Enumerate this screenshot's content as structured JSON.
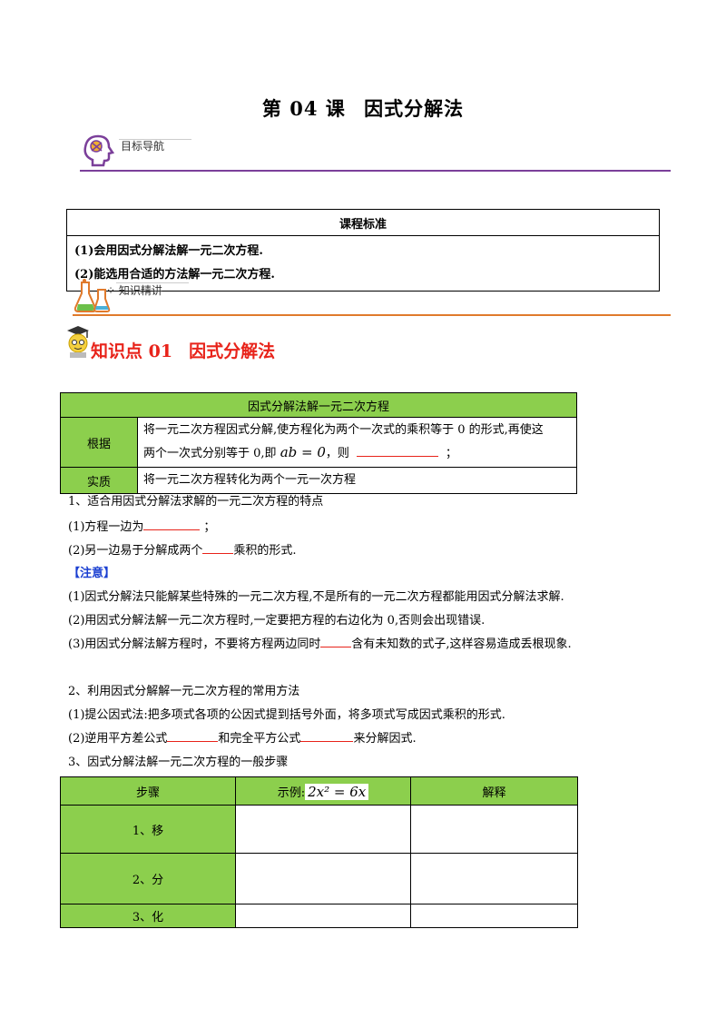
{
  "title": {
    "lesson": "第 04 课",
    "topic": "因式分解法"
  },
  "sections": {
    "goal": "目标导航",
    "knowledge": "知识精讲"
  },
  "standard": {
    "header": "课程标准",
    "items": [
      "(1)会用因式分解法解一元二次方程.",
      "(2)能选用合适的方法解一元二次方程."
    ]
  },
  "knowledge_point": {
    "num": "知识点 01",
    "name": "因式分解法"
  },
  "table1": {
    "header": "因式分解法解一元二次方程",
    "row1_label": "根据",
    "row1_text_a": "将一元二次方程因式分解,使方程化为两个一次式的乘积等于 0 的形式,再使这",
    "row1_text_b": "两个一次式分别等于 0,即",
    "row1_eq": "ab = 0",
    "row1_text_c": "，则",
    "row1_text_d": "；",
    "row2_label": "实质",
    "row2_text": "将一元二次方程转化为两个一元一次方程"
  },
  "p1": {
    "heading": "1、适合用因式分解法求解的一元二次方程的特点",
    "l1a": "(1)方程一边为",
    "l1b": "；",
    "l2a": "(2)另一边易于分解成两个",
    "l2b": "乘积的形式."
  },
  "note": {
    "label": "【注意】",
    "l1": "(1)因式分解法只能解某些特殊的一元二次方程,不是所有的一元二次方程都能用因式分解法求解.",
    "l2": "(2)用因式分解法解一元二次方程时,一定要把方程的右边化为 0,否则会出现错误.",
    "l3a": "(3)用因式分解法解方程时，不要将方程两边同时",
    "l3b": "含有未知数的式子,这样容易造成丢根现象."
  },
  "p2": {
    "heading": "2、利用因式分解解一元二次方程的常用方法",
    "l1": "(1)提公因式法:把多项式各项的公因式提到括号外面，将多项式写成因式乘积的形式.",
    "l2a": "(2)逆用平方差公式",
    "l2b": "和完全平方公式",
    "l2c": "来分解因式."
  },
  "p3": {
    "heading": "3、因式分解法解一元二次方程的一般步骤"
  },
  "table2": {
    "h1": "步骤",
    "h2": "示例:",
    "h2_eq": "2x² = 6x",
    "h3": "解释",
    "steps": [
      "1、移",
      "2、分",
      "3、化"
    ]
  }
}
